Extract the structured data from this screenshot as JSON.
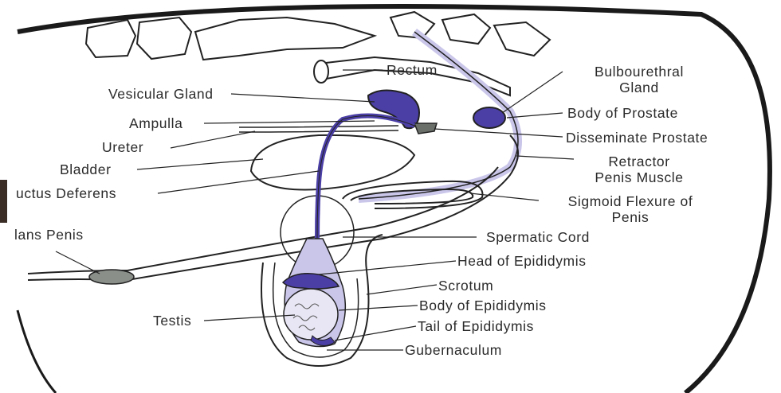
{
  "labels": {
    "rectum": "Rectum",
    "bulbourethral_line1": "Bulbourethral",
    "bulbourethral_line2": "Gland",
    "vesicular_gland": "Vesicular Gland",
    "body_of_prostate": "Body of Prostate",
    "ampulla": "Ampulla",
    "disseminate_prostate": "Disseminate Prostate",
    "ureter": "Ureter",
    "retractor_line1": "Retractor",
    "retractor_line2": "Penis Muscle",
    "bladder": "Bladder",
    "ductus_deferens": "uctus Deferens",
    "sigmoid_line1": "Sigmoid Flexure of",
    "sigmoid_line2": "Penis",
    "glans_penis": "lans Penis",
    "spermatic_cord": "Spermatic Cord",
    "head_of_epididymis": "Head of Epididymis",
    "scrotum": "Scrotum",
    "body_of_epididymis": "Body of Epididymis",
    "testis": "Testis",
    "tail_of_epididymis": "Tail of Epididymis",
    "gubernaculum": "Gubernaculum"
  },
  "colors": {
    "gland_fill": "#4b3fa6",
    "light_purple": "#c9c6ea",
    "glans_fill": "#8a8f8a",
    "outline": "#222222"
  }
}
